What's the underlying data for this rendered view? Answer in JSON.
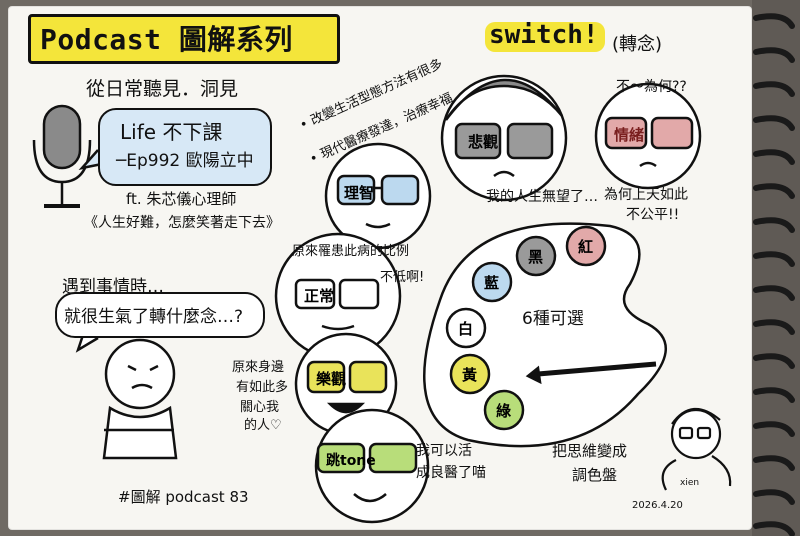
{
  "title": "Podcast 圖解系列",
  "switch_label": "switch!",
  "switch_note": "(轉念)",
  "observation": "從日常聽見．洞見",
  "podcast_box": {
    "title": "Life 不下課",
    "episode": "─Ep992 歐陽立中"
  },
  "guest": "ft. 朱芯儀心理師",
  "book": "《人生好難，怎麼笑著走下去》",
  "tips": {
    "line1": "• 改變生活型態方法有很多",
    "line2": "• 現代醫療發達，治療幸福"
  },
  "faces": {
    "logic": "理智",
    "sad": "悲觀",
    "emotion": "情緒",
    "normal": "正常",
    "happy": "樂觀",
    "tone": "跳tone"
  },
  "sad_quote": "我的人生無望了…",
  "emotion_q": "不～為何??",
  "emotion_q2": "為何上天如此",
  "emotion_q3": "不公平!!",
  "encounter": "遇到事情時…",
  "angry": "就很生氣了轉什麼念…?",
  "original": "原來罹患此病的比例",
  "original2": "不低啊!",
  "side": {
    "l1": "原來身邊",
    "l2": "有如此多",
    "l3": "關心我",
    "l4": "的人♡"
  },
  "palette_label": "6種可選",
  "colors": {
    "red": "紅",
    "black": "黑",
    "blue": "藍",
    "white": "白",
    "yellow": "黃",
    "green": "綠"
  },
  "self": {
    "l1": "我可以活",
    "l2": "成良醫了喵"
  },
  "think": {
    "l1": "把思維變成",
    "l2": "調色盤"
  },
  "signature": "xien",
  "date": "2026.4.20",
  "hashtag": "#圖解 podcast 83",
  "accent_colors": {
    "yellow": "#f4e53a",
    "blue": "#bcd9ef",
    "red": "#e2a9a9",
    "green": "#b8dd7a",
    "gray": "#9a9a9a"
  }
}
